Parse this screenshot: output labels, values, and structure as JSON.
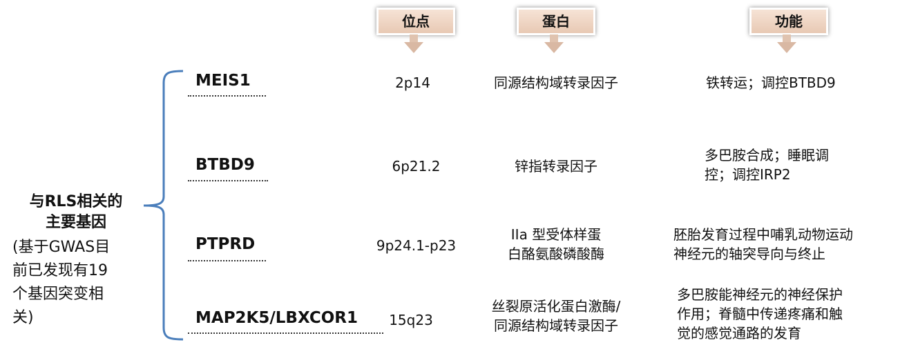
{
  "headers": {
    "locus": "位点",
    "protein": "蛋白",
    "function": "功能"
  },
  "left": {
    "title_line1": "与RLS相关的",
    "title_line2": "主要基因",
    "note_lines": [
      "(基于GWAS目",
      "前已发现有19",
      "个基因突变相",
      "关)"
    ]
  },
  "genes": [
    {
      "name": "MEIS1",
      "locus": "2p14",
      "protein": [
        "同源结构域转录因子"
      ],
      "function": [
        "铁转运；调控BTBD9"
      ]
    },
    {
      "name": "BTBD9",
      "locus": "6p21.2",
      "protein": [
        "锌指转录因子"
      ],
      "function": [
        "多巴胺合成；睡眠调",
        "控；调控IRP2"
      ]
    },
    {
      "name": "PTPRD",
      "locus": "9p24.1-p23",
      "protein": [
        "IIa 型受体样蛋",
        "白酪氨酸磷酸酶"
      ],
      "function": [
        "胚胎发育过程中哺乳动物运动",
        "神经元的轴突导向与终止"
      ]
    },
    {
      "name": "MAP2K5/LBXCOR1",
      "locus": "15q23",
      "protein": [
        "丝裂原活化蛋白激酶/",
        "同源结构域转录因子"
      ],
      "function": [
        "多巴胺能神经元的神经保护",
        "作用；脊髓中传递疼痛和触",
        "觉的感觉通路的发育"
      ]
    }
  ],
  "colors": {
    "brace": "#4a7ebb",
    "header_bg": "#f0d8c8"
  }
}
